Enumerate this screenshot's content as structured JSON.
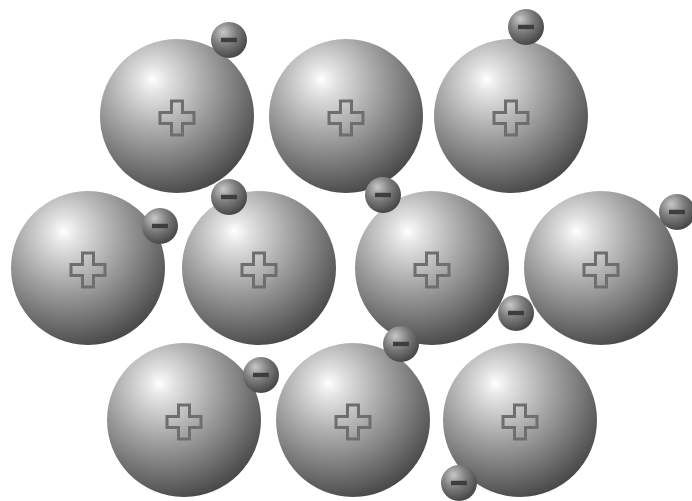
{
  "diagram": {
    "kind": "metallic-bonding-model",
    "colors": {
      "background": "#ffffff",
      "ion_highlight": "#ffffff",
      "ion_mid": "#a9a9a9",
      "ion_shadow": "#4a4a4a",
      "symbol_stroke": "#6e6e6e",
      "electron_dark": "#3e3e3e",
      "electron_light": "#c8c8c8"
    },
    "ions": [
      {
        "id": "ion-1",
        "symbol": "plus-icon"
      },
      {
        "id": "ion-2",
        "symbol": "plus-icon"
      },
      {
        "id": "ion-3",
        "symbol": "plus-icon"
      },
      {
        "id": "ion-4",
        "symbol": "plus-icon"
      },
      {
        "id": "ion-5",
        "symbol": "plus-icon"
      },
      {
        "id": "ion-6",
        "symbol": "plus-icon"
      },
      {
        "id": "ion-7",
        "symbol": "plus-icon"
      },
      {
        "id": "ion-8",
        "symbol": "plus-icon"
      },
      {
        "id": "ion-9",
        "symbol": "plus-icon"
      },
      {
        "id": "ion-10",
        "symbol": "plus-icon"
      }
    ],
    "electrons": [
      {
        "id": "electron-1",
        "symbol": "minus-icon"
      },
      {
        "id": "electron-2",
        "symbol": "minus-icon"
      },
      {
        "id": "electron-3",
        "symbol": "minus-icon"
      },
      {
        "id": "electron-4",
        "symbol": "minus-icon"
      },
      {
        "id": "electron-5",
        "symbol": "minus-icon"
      },
      {
        "id": "electron-6",
        "symbol": "minus-icon"
      },
      {
        "id": "electron-7",
        "symbol": "minus-icon"
      },
      {
        "id": "electron-8",
        "symbol": "minus-icon"
      },
      {
        "id": "electron-9",
        "symbol": "minus-icon"
      },
      {
        "id": "electron-10",
        "symbol": "minus-icon"
      }
    ]
  }
}
